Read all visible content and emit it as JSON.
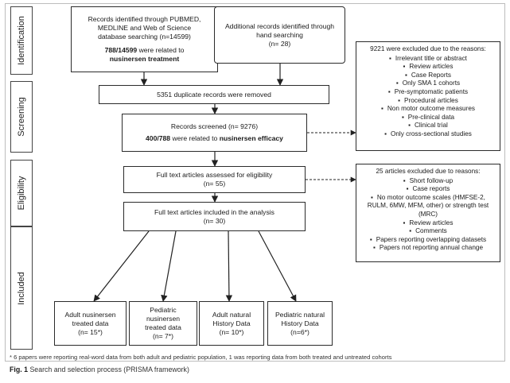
{
  "phases": {
    "identification": "Identification",
    "screening": "Screening",
    "eligibility": "Eligibility",
    "included": "Included"
  },
  "db_search": {
    "line1": "Records identified through PUBMED,",
    "line2": "MEDLINE and Web of Science",
    "line3": "database searching (n=14599)",
    "bold_count": "788/14599",
    "rest": " were related to",
    "bold_topic": "nusinersen treatment"
  },
  "hand_search": {
    "line1": "Additional records identified through",
    "line2": "hand searching",
    "line3": "(n= 28)"
  },
  "duplicates": "5351 duplicate records were removed",
  "screened": {
    "line1": "Records screened  (n= 9276)",
    "bold_count": "400/788",
    "rest": " were related to ",
    "bold_topic": "nusinersen efficacy"
  },
  "excluded_screening": {
    "head": "9221 were excluded due to the reasons:",
    "items": [
      "Irrelevant title or abstract",
      "Review articles",
      "Case Reports",
      "Only SMA 1 cohorts",
      "Pre-symptomatic patients",
      "Procedural articles",
      "Non motor outcome measures",
      "Pre-clinical data",
      "Clinical trial",
      "Only cross-sectional studies"
    ]
  },
  "full_text": {
    "line1": "Full text articles assessed for eligibility",
    "line2": "(n= 55)"
  },
  "excluded_eligibility": {
    "head": "25 articles excluded due to reasons:",
    "items": [
      "Short follow-up",
      "Case reports",
      "No motor outcome scales (HMFSE-2, RULM, 6MW, MFM, other) or strength test (MRC)",
      "Review articles",
      "Comments",
      "Papers reporting overlapping datasets",
      "Papers not reporting annual change"
    ]
  },
  "included": {
    "line1": "Full text articles included in the analysis",
    "line2": "(n= 30)"
  },
  "final": [
    {
      "line1": "Adult nusinersen",
      "line2": "treated data",
      "line3": "(n= 15*)"
    },
    {
      "line1": "Pediatric nusinersen",
      "line2": "treated data",
      "line3": "(n= 7*)"
    },
    {
      "line1": "Adult natural",
      "line2": "History Data",
      "line3": "(n= 10*)"
    },
    {
      "line1": "Pediatric natural",
      "line2": "History Data",
      "line3": "(n=6*)"
    }
  ],
  "footnote": "* 6 papers were reporting real-word data from both adult and pediatric population, 1 was reporting data from both treated and untreated cohorts",
  "caption": {
    "label": "Fig. 1",
    "text": "Search and selection process (PRISMA framework)"
  }
}
